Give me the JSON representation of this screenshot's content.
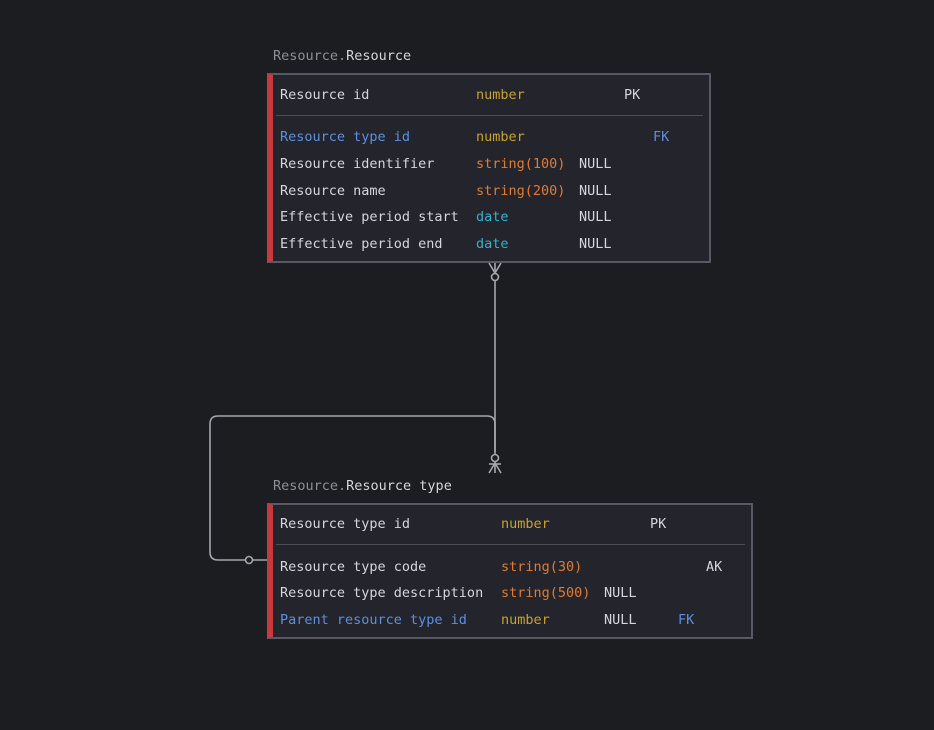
{
  "entities": {
    "resource": {
      "schema": "Resource.",
      "name": "Resource",
      "pk": {
        "name": "Resource id",
        "type": "number",
        "nullable": "",
        "key": "PK"
      },
      "columns": [
        {
          "name": "Resource type id",
          "type": "number",
          "nullable": "",
          "key": "FK",
          "fk": true
        },
        {
          "name": "Resource identifier",
          "type": "string(100)",
          "nullable": "NULL",
          "key": ""
        },
        {
          "name": "Resource name",
          "type": "string(200)",
          "nullable": "NULL",
          "key": ""
        },
        {
          "name": "Effective period start",
          "type": "date",
          "nullable": "NULL",
          "key": ""
        },
        {
          "name": "Effective period end",
          "type": "date",
          "nullable": "NULL",
          "key": ""
        }
      ]
    },
    "resource_type": {
      "schema": "Resource.",
      "name": "Resource type",
      "pk": {
        "name": "Resource type id",
        "type": "number",
        "nullable": "",
        "key": "PK"
      },
      "columns": [
        {
          "name": "Resource type code",
          "type": "string(30)",
          "nullable": "",
          "key": "AK"
        },
        {
          "name": "Resource type description",
          "type": "string(500)",
          "nullable": "NULL",
          "key": ""
        },
        {
          "name": "Parent resource type id",
          "type": "number",
          "nullable": "NULL",
          "key": "FK",
          "fk": true
        }
      ]
    }
  },
  "relationships": [
    {
      "from": "Resource type",
      "to": "Resource",
      "cardinality": "one-to-zero-or-many"
    },
    {
      "from": "Resource type",
      "to": "Resource type",
      "cardinality": "zero-or-one self reference"
    }
  ]
}
